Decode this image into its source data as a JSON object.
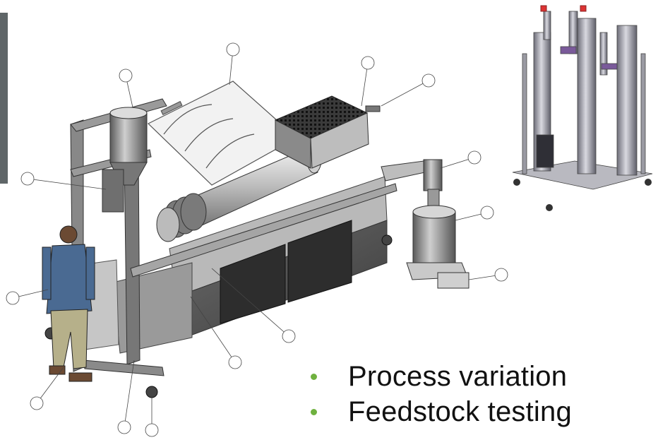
{
  "colors": {
    "bullet": "#6fb13f",
    "accent_bar": "#5f6668"
  },
  "main_drawing": {
    "icon": "reactor-skid-assembly-diagram"
  },
  "inset_drawing": {
    "icon": "column-skid-assembly-diagram"
  },
  "bullets": [
    {
      "text": "Process variation"
    },
    {
      "text": "Feedstock testing"
    }
  ]
}
